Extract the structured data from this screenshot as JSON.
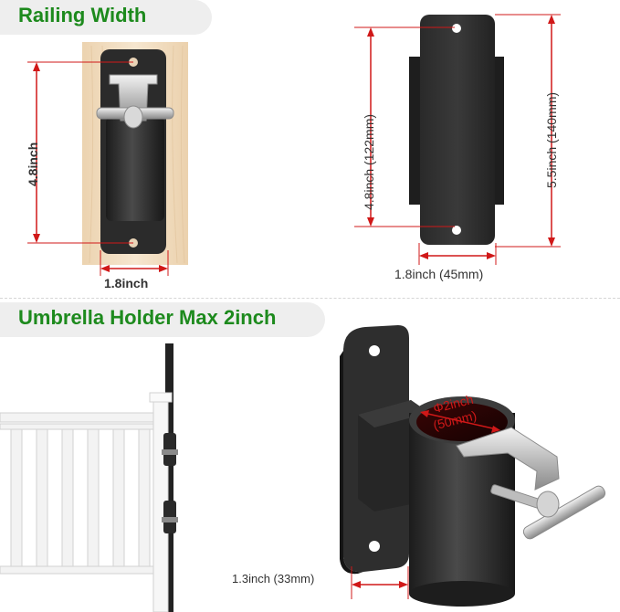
{
  "sections": {
    "top_left_title": "Railing Width",
    "bottom_left_title": "Umbrella Holder Max 2inch"
  },
  "dimensions": {
    "mounted_height": "4.8inch",
    "mounted_width": "1.8inch",
    "plate_inner_height": "4.8inch (122mm)",
    "plate_outer_height": "5.5inch (140mm)",
    "plate_width": "1.8inch (45mm)",
    "tube_diameter_line1": "Φ2inch",
    "tube_diameter_line2": "(50mm)",
    "tube_offset": "1.3inch (33mm)"
  },
  "colors": {
    "title_green": "#1d8a1d",
    "dimension_red": "#d01818",
    "product_black": "#2a2a2a",
    "wood": "#f1dcc0",
    "railing_white": "#f4f4f4"
  }
}
